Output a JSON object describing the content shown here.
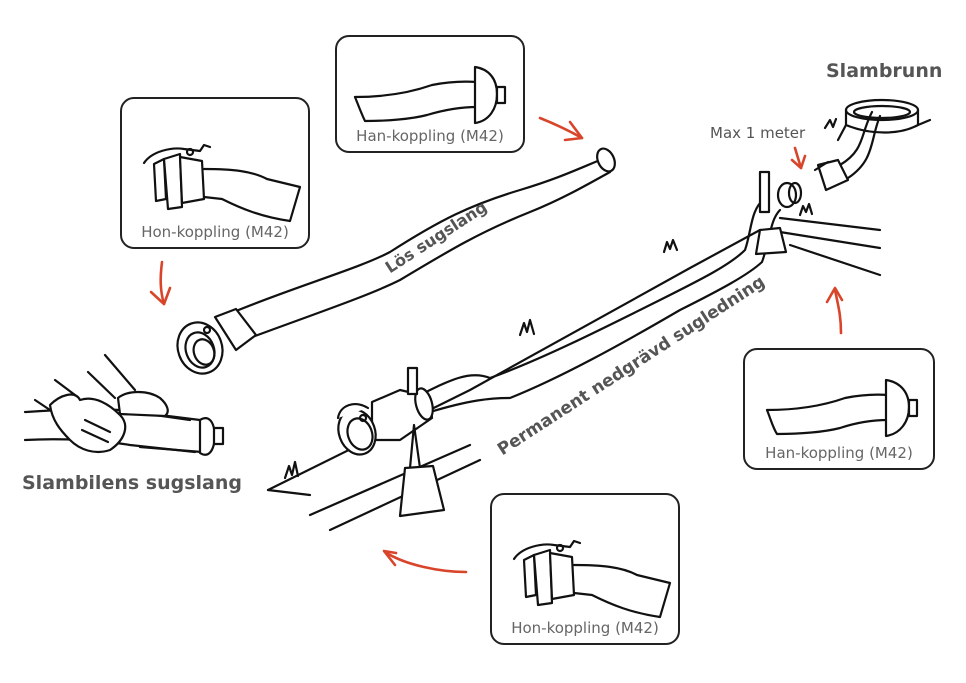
{
  "diagram": {
    "labels": {
      "slambrunn": "Slambrunn",
      "max_distance": "Max 1 meter",
      "loose_hose": "Lös sugslang",
      "permanent_pipe": "Permanent nedgrävd sugledning",
      "truck_hose": "Slambilens sugslang"
    },
    "cards": [
      {
        "id": "top-center",
        "type": "male",
        "caption": "Han-koppling (M42)"
      },
      {
        "id": "top-left",
        "type": "female",
        "caption": "Hon-koppling (M42)"
      },
      {
        "id": "right",
        "type": "male",
        "caption": "Han-koppling (M42)"
      },
      {
        "id": "bottom",
        "type": "female",
        "caption": "Hon-koppling (M42)"
      }
    ],
    "colors": {
      "arrow": "#d9452b",
      "ink": "#111111",
      "label": "#555555",
      "caption": "#666666"
    }
  }
}
